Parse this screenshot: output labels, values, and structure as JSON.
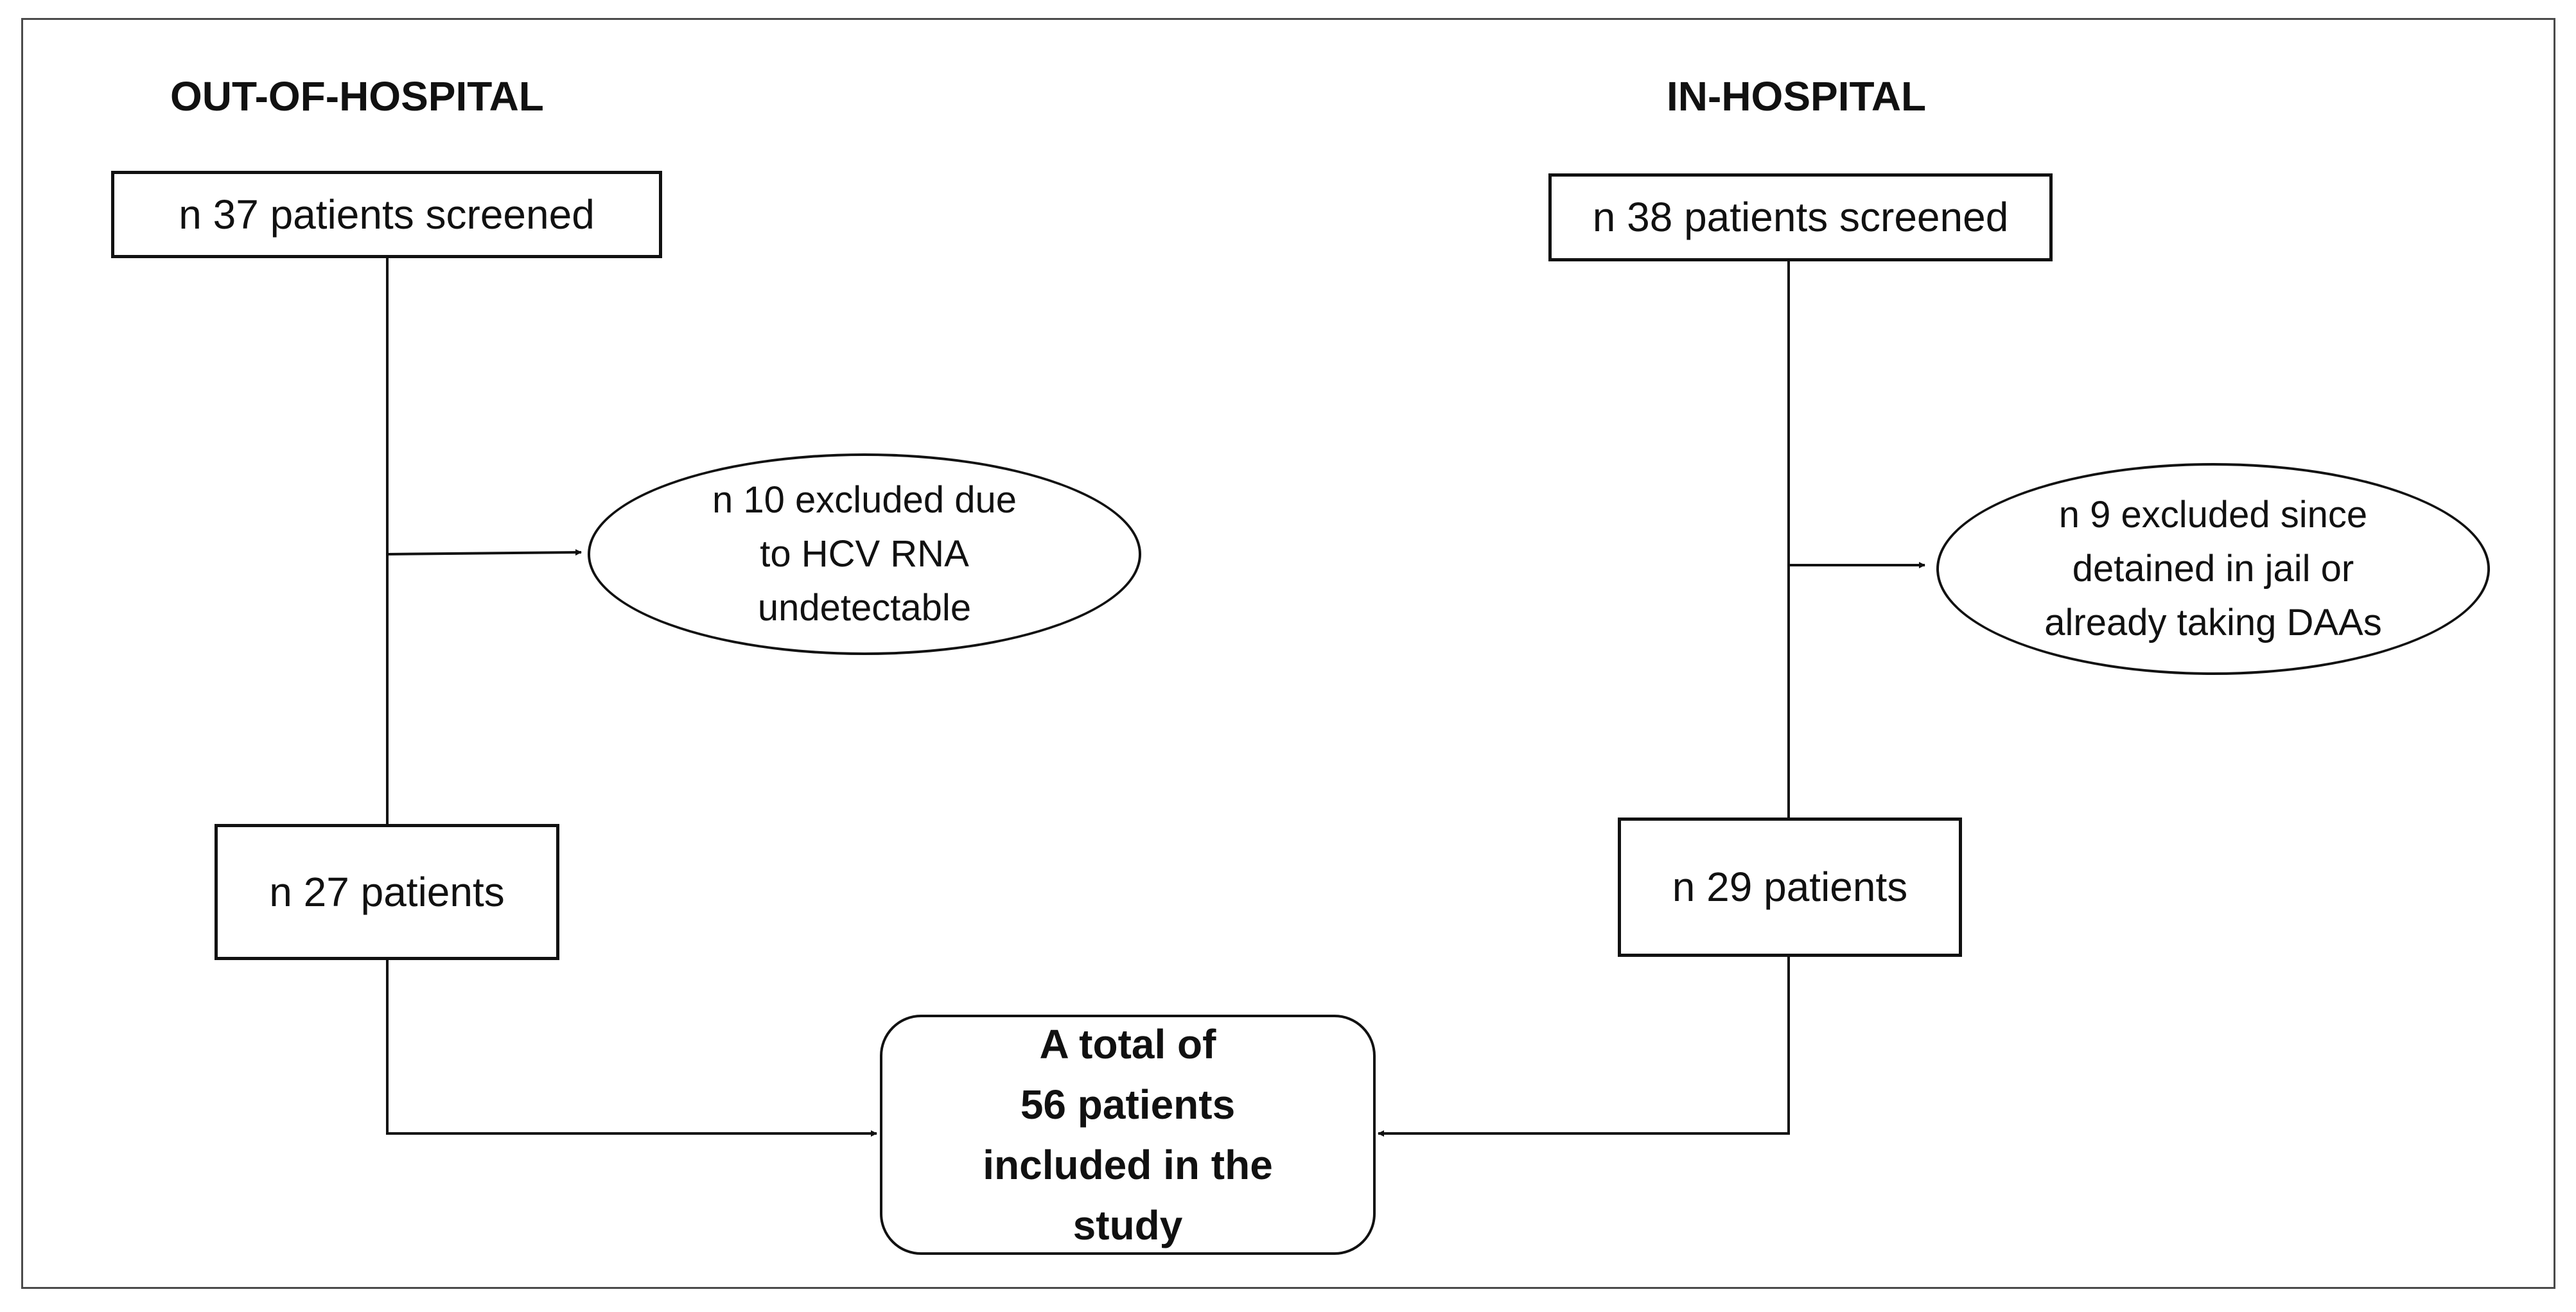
{
  "out_of_hospital": {
    "heading": "OUT-OF-HOSPITAL",
    "screened": "n 37 patients screened",
    "excluded": "n 10 excluded due\nto HCV RNA\nundetectable",
    "remaining": "n 27 patients"
  },
  "in_hospital": {
    "heading": "IN-HOSPITAL",
    "screened": "n 38 patients screened",
    "excluded": "n 9 excluded since\ndetained in jail or\nalready taking DAAs",
    "remaining": "n 29 patients"
  },
  "total": {
    "text": "A total of\n56 patients\nincluded in the\nstudy"
  }
}
